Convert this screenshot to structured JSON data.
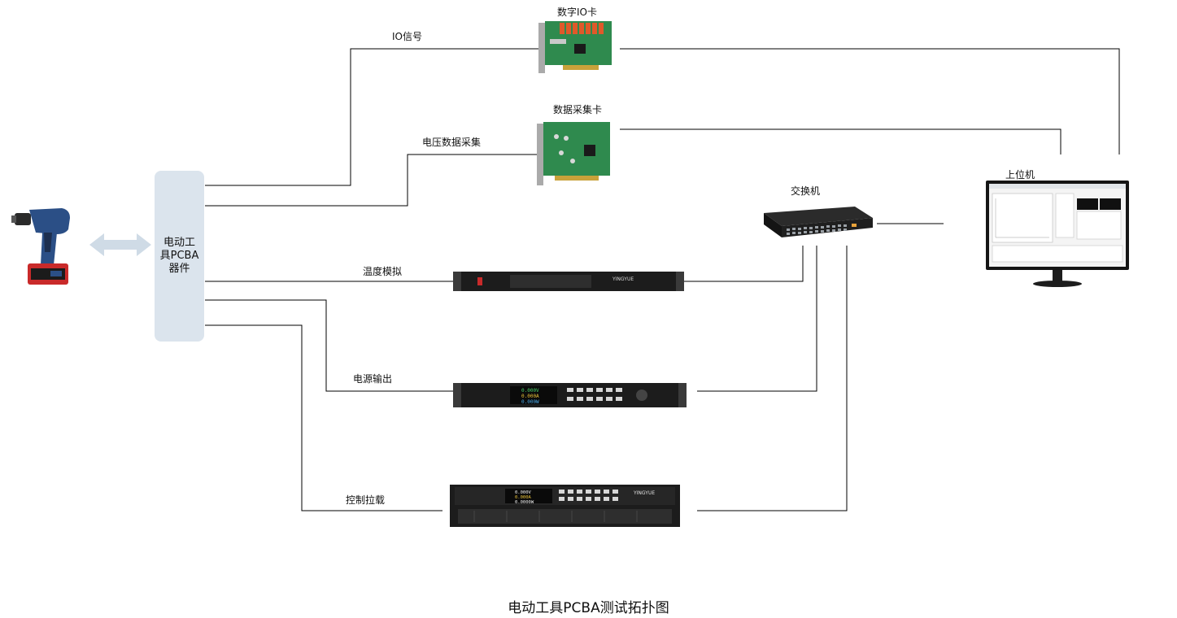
{
  "title": "电动工具PCBA测试拓扑图",
  "dut": {
    "label": "电动工具PCBA器件"
  },
  "cards": {
    "io_card": "数字IO卡",
    "daq_card": "数据采集卡"
  },
  "switch": "交换机",
  "host": "上位机",
  "signals": {
    "io": "IO信号",
    "voltage": "电压数据采集",
    "temperature": "温度模拟",
    "power": "电源输出",
    "load": "控制拉载"
  },
  "instruments": {
    "brand": "YINGYUE",
    "power_readings": [
      "0.000V",
      "0.000A",
      "0.000W"
    ],
    "load_readings": [
      "0.000V",
      "0.000A",
      "0.0000W"
    ]
  },
  "colors": {
    "dut_fill": "#dbe4ed",
    "arrow": "#cfdbe6",
    "pcb_green": "#2f8a4e",
    "relay_orange": "#e0592a",
    "drill_blue": "#2b4f86",
    "drill_red": "#c92a2a"
  }
}
